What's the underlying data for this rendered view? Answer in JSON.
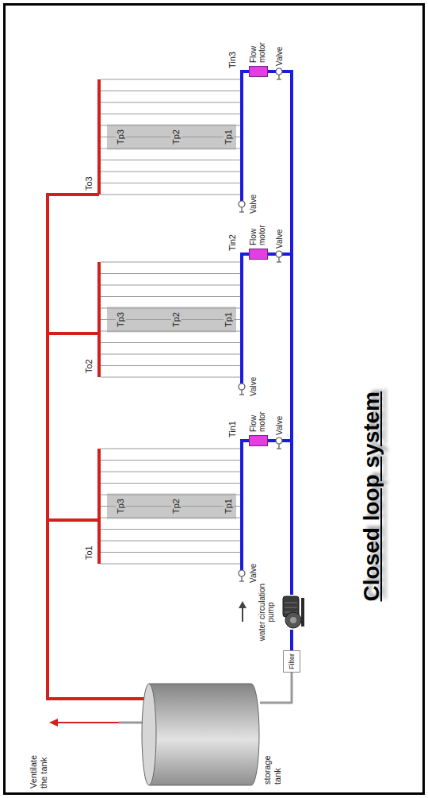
{
  "diagram": {
    "title": "Closed loop system",
    "nodes": [
      {
        "text": [
          "storage tank"
        ]
      },
      {
        "text": [
          "Filter"
        ]
      },
      {
        "text": [
          "water circulation pump"
        ]
      },
      {
        "text": [
          "Flow motor"
        ]
      },
      {
        "text": [
          "Flow motor"
        ]
      },
      {
        "text": [
          "Flow motor"
        ]
      }
    ],
    "edges": [
      {
        "from": 0,
        "to": 1,
        "arrow": "none"
      },
      {
        "from": 1,
        "to": 2,
        "arrow": "none"
      },
      {
        "from": 2,
        "to": 3,
        "arrow": "none"
      },
      {
        "from": 2,
        "to": 4,
        "arrow": "none"
      },
      {
        "from": 2,
        "to": 5,
        "arrow": "none"
      }
    ],
    "labels": [
      "Ventilate the tank",
      "To1",
      "Tp3",
      "Tp2",
      "Tp1",
      "Tin1",
      "Valve",
      "Valve",
      "To2",
      "Tp3",
      "Tp2",
      "Tp1",
      "Tin2",
      "Valve",
      "Valve",
      "To3",
      "Tp3",
      "Tp2",
      "Tp1",
      "Tin3",
      "Valve",
      "Valve"
    ]
  }
}
